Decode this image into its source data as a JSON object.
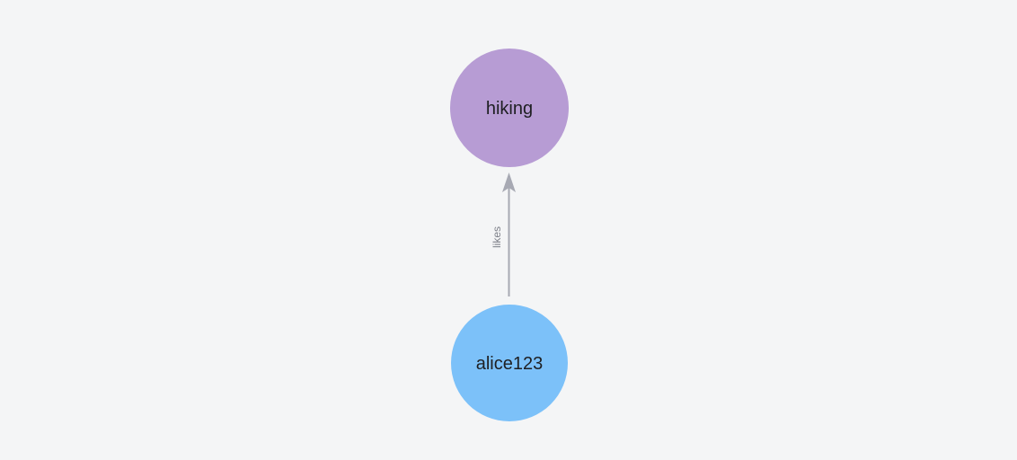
{
  "diagram": {
    "type": "graph",
    "background_color": "#f4f5f6",
    "node_label_color": "#1e1f22",
    "nodes": [
      {
        "id": "hiking",
        "label": "hiking",
        "color": "#b79cd4",
        "shape": "circle"
      },
      {
        "id": "alice123",
        "label": "alice123",
        "color": "#7cc1f9",
        "shape": "circle"
      }
    ],
    "edges": [
      {
        "from": "alice123",
        "to": "hiking",
        "label": "likes",
        "color": "#a7a9b3",
        "label_color": "#7e818a",
        "arrow": "up"
      }
    ]
  }
}
